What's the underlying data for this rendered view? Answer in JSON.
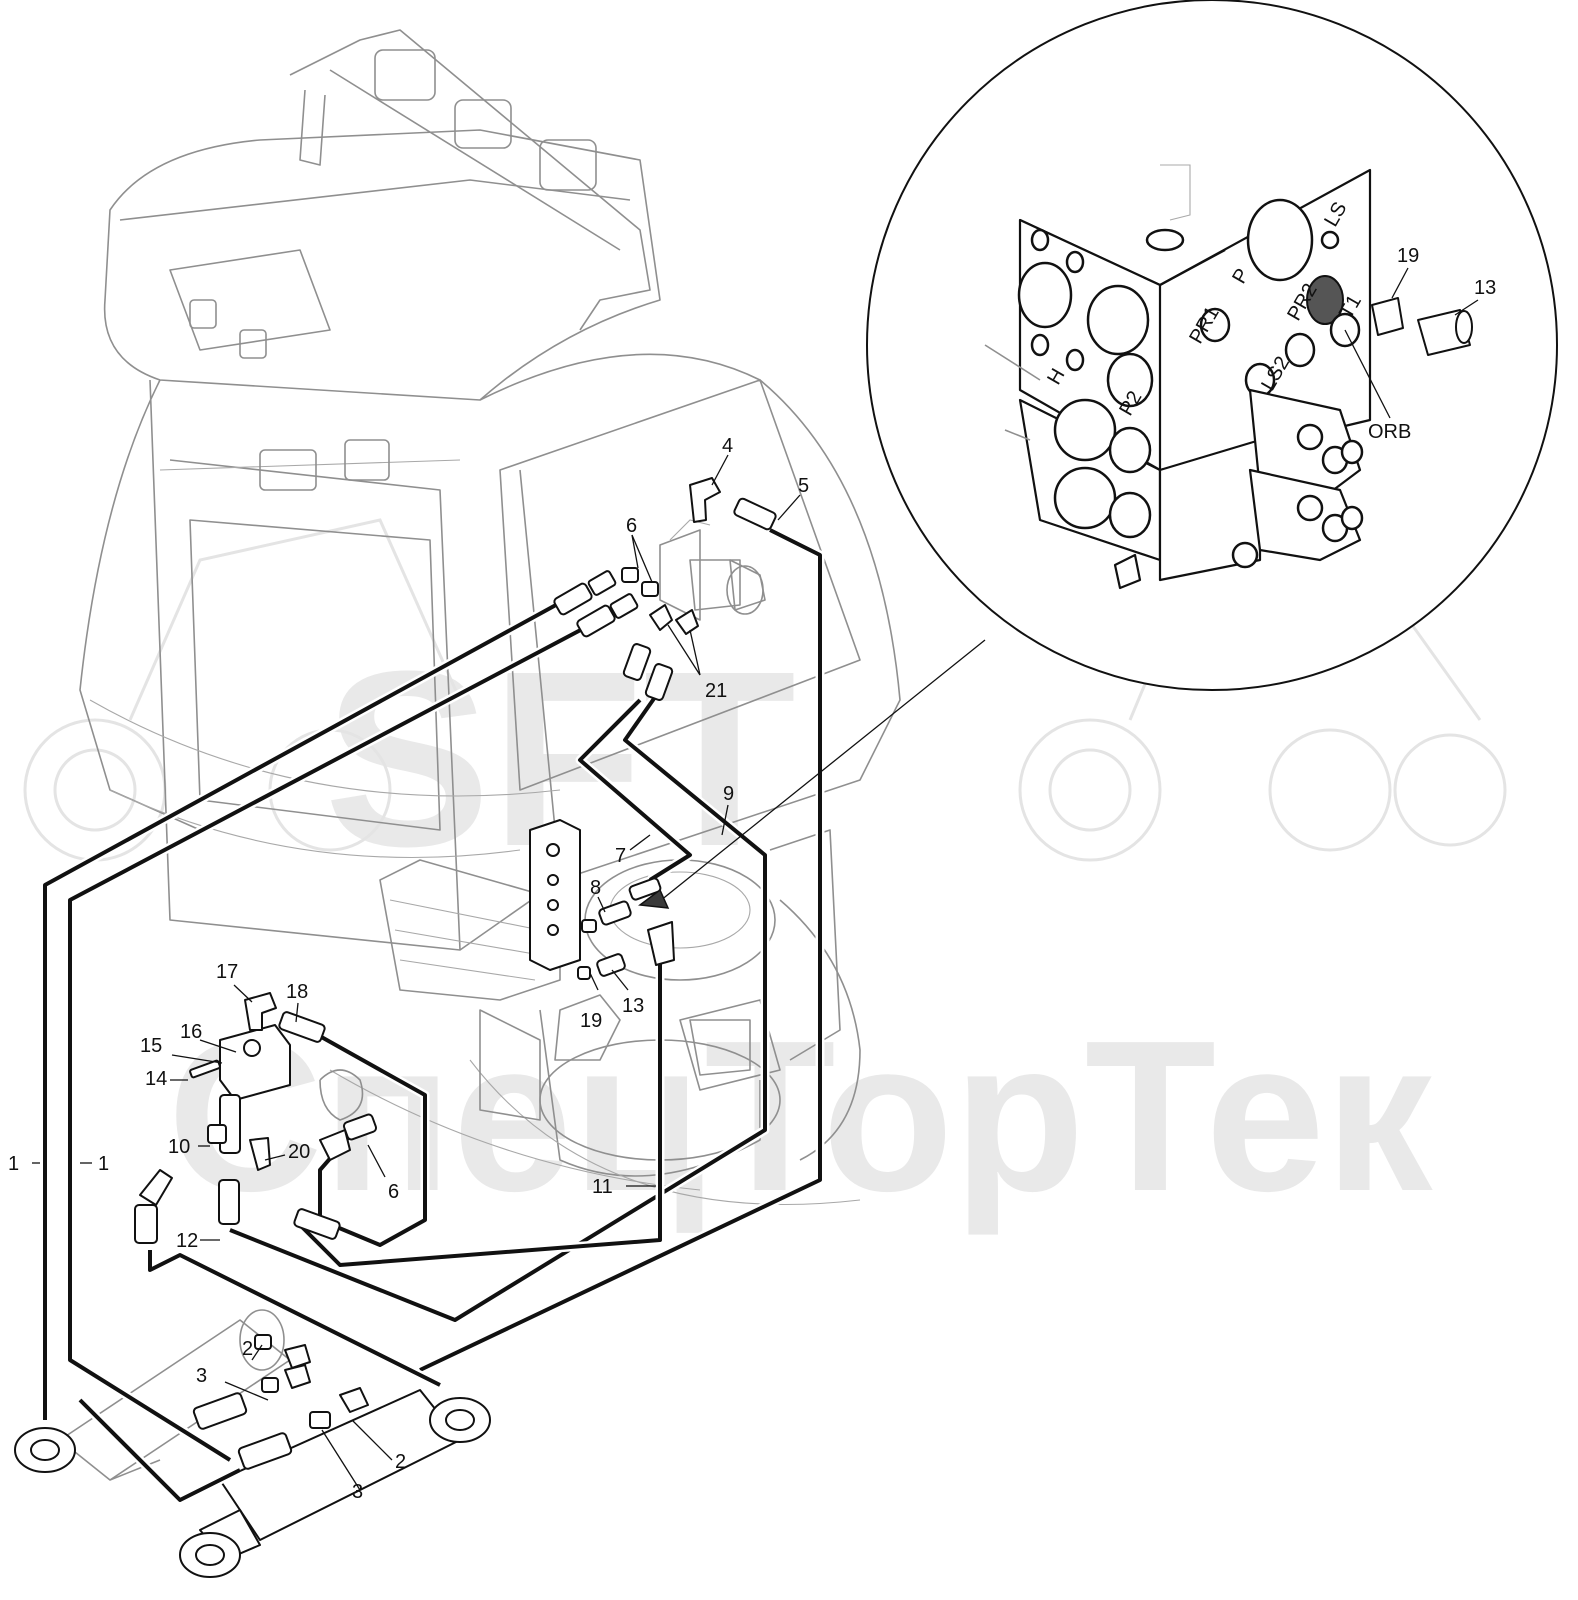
{
  "watermark": {
    "line1": "SFT",
    "line2": "СпецТорТек"
  },
  "callouts": {
    "c1a": "1",
    "c1b": "1",
    "c2a": "2",
    "c2b": "2",
    "c3a": "3",
    "c3b": "3",
    "c4": "4",
    "c5": "5",
    "c6a": "6",
    "c6b": "6",
    "c7": "7",
    "c8": "8",
    "c9": "9",
    "c10": "10",
    "c11": "11",
    "c12": "12",
    "c13a": "13",
    "c14": "14",
    "c15": "15",
    "c16": "16",
    "c17": "17",
    "c18": "18",
    "c19a": "19",
    "c20": "20",
    "c21": "21"
  },
  "detail": {
    "c19": "19",
    "c13": "13",
    "orb": "ORB",
    "port_labels": {
      "p": "P",
      "ls": "LS",
      "pr1": "PR1",
      "pr2": "PR2",
      "t1": "T1",
      "h": "H",
      "p2": "P2",
      "ls2": "LS2"
    }
  },
  "colors": {
    "line": "#111111",
    "ghost": "#8f8f8f",
    "watermark": "#e9e9e9"
  }
}
